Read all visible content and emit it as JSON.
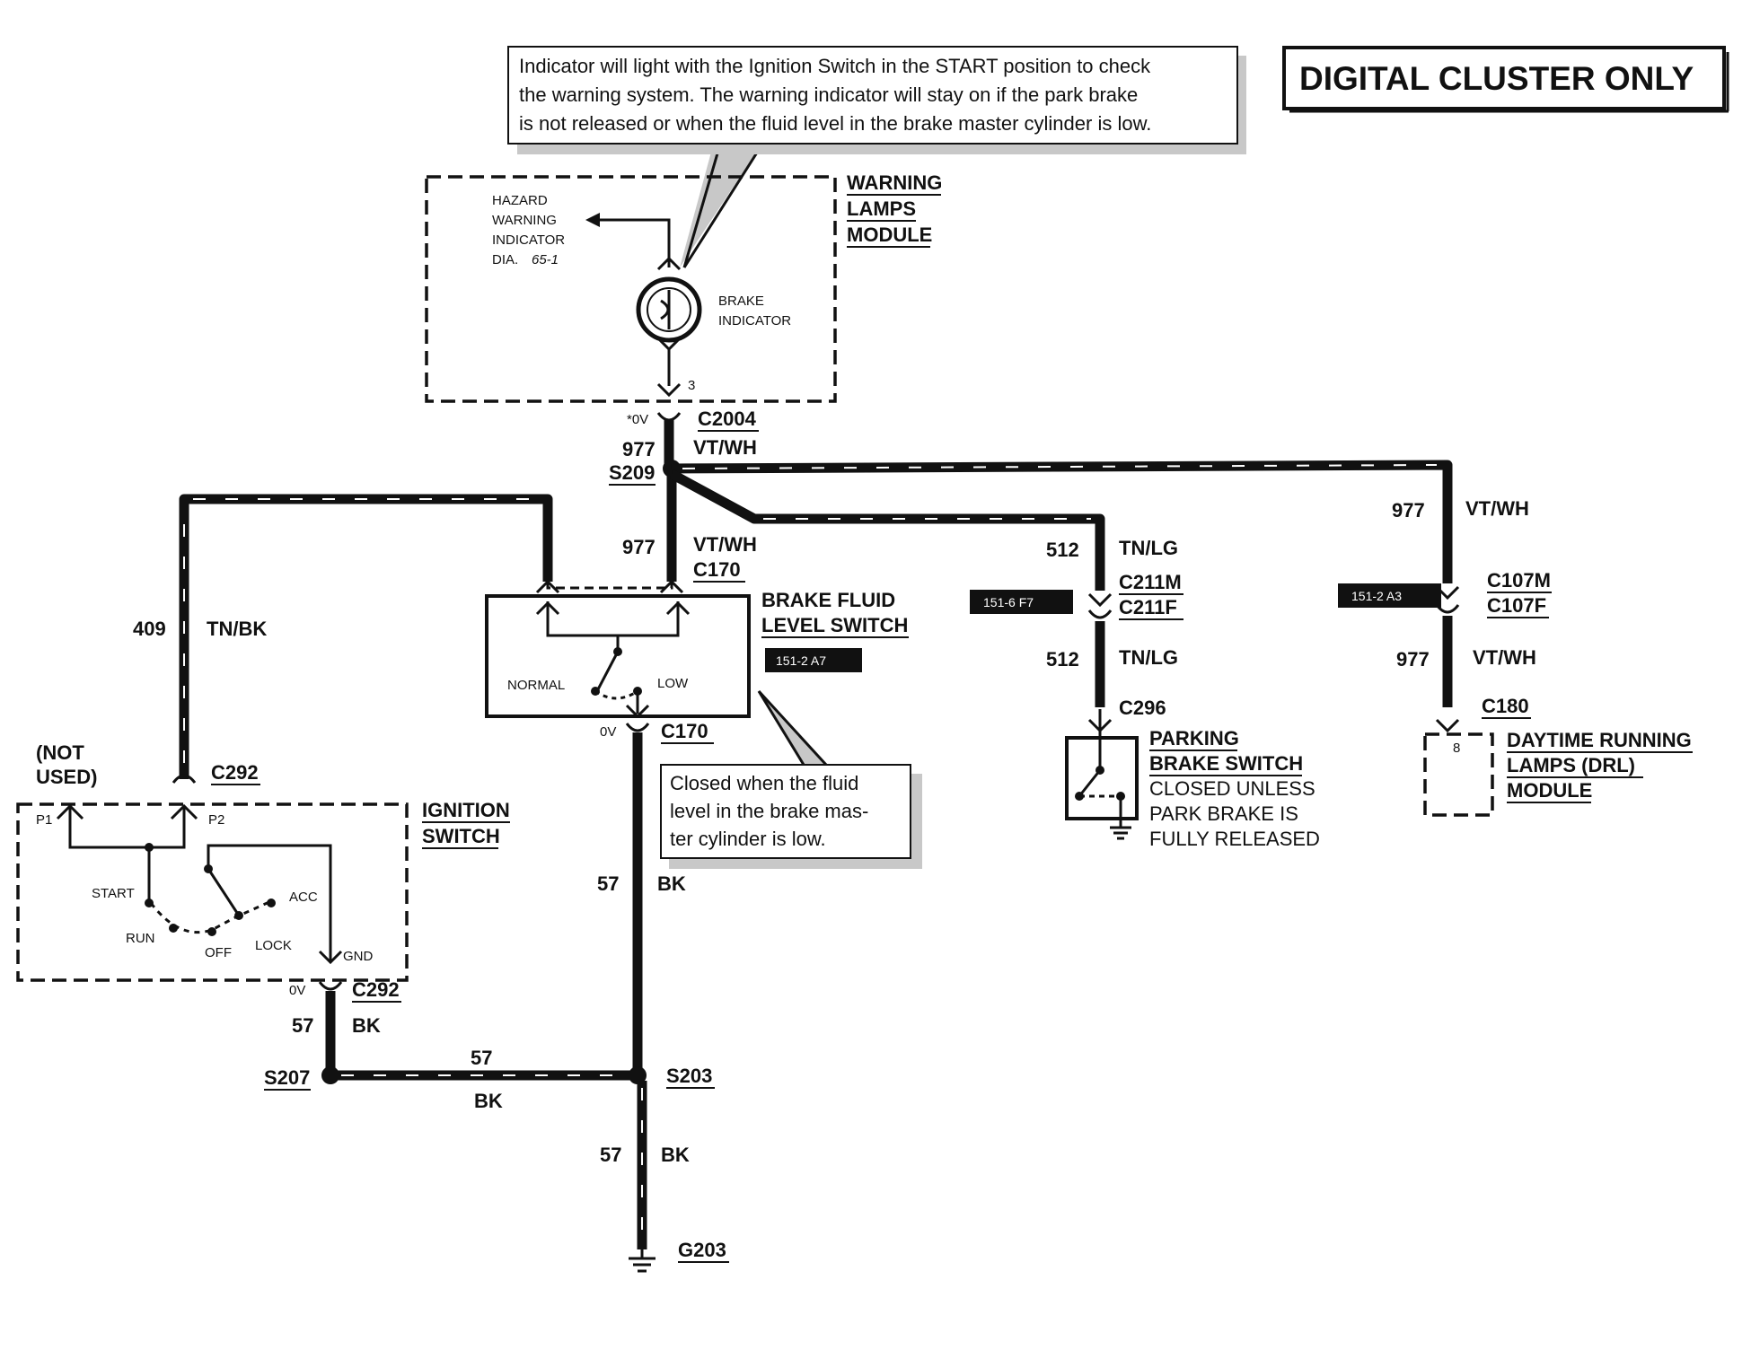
{
  "title": "DIGITAL CLUSTER ONLY",
  "notes": {
    "indicator_note": [
      "Indicator will light with the Ignition Switch in the START position to check",
      "the warning system. The warning indicator will stay on if the park brake",
      "is not released or when the fluid level in the brake master cylinder is low."
    ],
    "fluid_note": [
      "Closed when the fluid",
      "level in the brake mas-",
      "ter cylinder is low."
    ]
  },
  "components": {
    "warning_lamps_module": [
      "WARNING",
      "LAMPS",
      "MODULE"
    ],
    "hazard_ref": [
      "HAZARD",
      "WARNING",
      "INDICATOR",
      "DIA."
    ],
    "hazard_dia": "65-1",
    "brake_indicator": [
      "BRAKE",
      "INDICATOR"
    ],
    "pin_3": "3",
    "brake_fluid_switch": [
      "BRAKE FLUID",
      "LEVEL SWITCH"
    ],
    "normal": "NORMAL",
    "low": "LOW",
    "ignition_switch": [
      "IGNITION",
      "SWITCH"
    ],
    "not_used": [
      "(NOT",
      "USED)"
    ],
    "p1": "P1",
    "p2": "P2",
    "start": "START",
    "run": "RUN",
    "off": "OFF",
    "lock": "LOCK",
    "acc": "ACC",
    "gnd": "GND",
    "parking_brake_switch": [
      "PARKING",
      "BRAKE SWITCH"
    ],
    "parking_note": [
      "CLOSED UNLESS",
      "PARK BRAKE IS",
      "FULLY RELEASED"
    ],
    "drl_module": [
      "DAYTIME RUNNING",
      "LAMPS (DRL)",
      "MODULE"
    ],
    "pin_8": "8"
  },
  "refs": {
    "fluid_ref": "151-2 A7",
    "c211_ref": "151-6 F7",
    "c107_ref": "151-2 A3"
  },
  "connectors": {
    "c2004": "C2004",
    "c2004_volt": "*0V",
    "s209": "S209",
    "c170_top": "C170",
    "c170_bottom": "C170",
    "c170_volt": "0V",
    "c211m": "C211M",
    "c211f": "C211F",
    "c296": "C296",
    "c107m": "C107M",
    "c107f": "C107F",
    "c180": "C180",
    "c292_top": "C292",
    "c292_bottom": "C292",
    "c292_volt": "0V",
    "s207": "S207",
    "s203": "S203",
    "g203": "G203"
  },
  "wires": {
    "w977_a_num": "977",
    "w977_a_col": "VT/WH",
    "w977_b_num": "977",
    "w977_b_col": "VT/WH",
    "w977_c_num": "977",
    "w977_c_col": "VT/WH",
    "w977_d_num": "977",
    "w977_d_col": "VT/WH",
    "w512_a_num": "512",
    "w512_a_col": "TN/LG",
    "w512_b_num": "512",
    "w512_b_col": "TN/LG",
    "w409_num": "409",
    "w409_col": "TN/BK",
    "w57_a_num": "57",
    "w57_a_col": "BK",
    "w57_b_num": "57",
    "w57_b_col": "BK",
    "w57_c_num": "57",
    "w57_c_col": "BK",
    "w57_d_num": "57",
    "w57_d_col": "BK"
  }
}
